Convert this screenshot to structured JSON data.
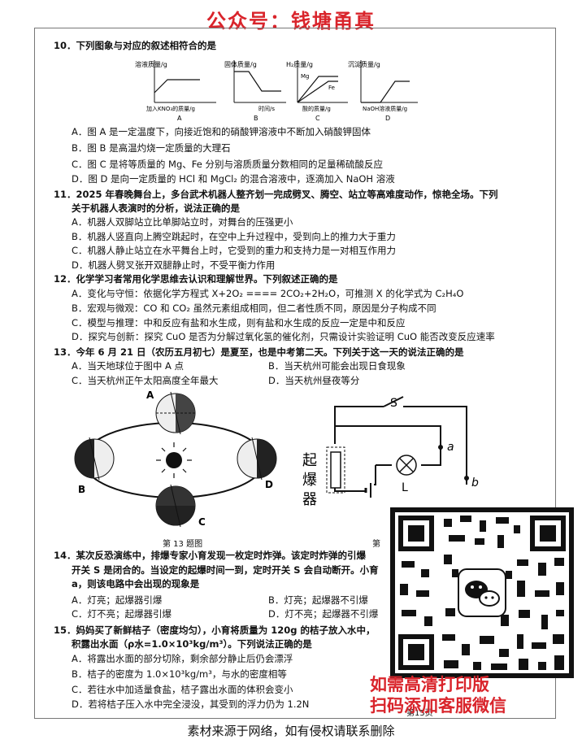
{
  "header": "公众号：钱塘甬真",
  "q10": {
    "stem": "10．下列图象与对应的叙述相符合的是",
    "graphs": [
      {
        "label": "A",
        "ylabel": "溶液质量/g",
        "xlabel": "加入KNO₃的质量/g"
      },
      {
        "label": "B",
        "ylabel": "固体质量/g",
        "xlabel": "时间/s"
      },
      {
        "label": "C",
        "ylabel": "H₂质量/g",
        "xlabel": "酸的质量/g",
        "series": [
          "Mg",
          "Fe"
        ]
      },
      {
        "label": "D",
        "ylabel": "沉淀质量/g",
        "xlabel": "NaOH溶液质量/g"
      }
    ],
    "options": [
      "A．图 A 是一定温度下，向接近饱和的硝酸钾溶液中不断加入硝酸钾固体",
      "B．图 B 是高温灼烧一定质量的大理石",
      "C．图 C 是将等质量的 Mg、Fe 分别与溶质质量分数相同的足量稀硫酸反应",
      "D．图 D 是向一定质量的 HCl 和 MgCl₂ 的混合溶液中，逐滴加入 NaOH 溶液"
    ]
  },
  "q11": {
    "stem1": "11．2025 年春晚舞台上，多台武术机器人整齐划一完成劈叉、腾空、站立等高难度动作，惊艳全场。下列",
    "stem2": "关于机器人表演时的分析，说法正确的是",
    "options": [
      "A．机器人双脚站立比单脚站立时，对舞台的压强更小",
      "B．机器人竖直向上腾空跳起时，在空中上升过程中，受到向上的推力大于重力",
      "C．机器人静止站立在水平舞台上时，它受到的重力和支持力是一对相互作用力",
      "D．机器人劈叉张开双腿静止时，不受平衡力作用"
    ]
  },
  "q12": {
    "stem": "12．化学学习者常用化学思维去认识和理解世界。下列叙述正确的是",
    "options": [
      "A．变化与守恒：依据化学方程式 X+2O₂ ==== 2CO₂+2H₂O，可推测 X 的化学式为 C₂H₄O",
      "B．宏观与微观：CO 和 CO₂ 虽然元素组成相同，但二者性质不同，原因是分子构成不同",
      "C．模型与推理：中和反应有盐和水生成，则有盐和水生成的反应一定是中和反应",
      "D．探究与创新：探究 CuO 是否为分解过氧化氢的催化剂，只需设计实验证明 CuO 能否改变反应速率"
    ]
  },
  "q13": {
    "stem": "13．今年 6 月 21 日（农历五月初七）是夏至，也是中考第二天。下列关于这一天的说法正确的是",
    "options": [
      "A．当天地球位于图中 A 点",
      "B．当天杭州可能会出现日食现象",
      "C．当天杭州正午太阳高度全年最大",
      "D．当天杭州昼夜等分"
    ],
    "caption": "第 13 题图",
    "points": [
      "A",
      "B",
      "C",
      "D"
    ]
  },
  "circuit": {
    "device": "起爆器",
    "switch": "S",
    "lamp": "L",
    "a": "a",
    "b": "b",
    "caption": "第"
  },
  "q14": {
    "stem1": "14．某次反恐演练中，排爆专家小育发现一枚定时炸弹。该定时炸弹的引爆",
    "stem2": "开关 S 是闭合的。当设定的起爆时间一到，定时开关 S 会自动断开。小育",
    "stem3": "a，则该电路中会出现的现象是",
    "options": [
      "A．灯亮；起爆器引爆",
      "B．灯亮；起爆器不引爆",
      "C．灯不亮；起爆器引爆",
      "D．灯不亮；起爆器不引爆"
    ]
  },
  "q15": {
    "stem1": "15．妈妈买了新鲜桔子（密度均匀），小育将质量为 120g 的桔子放入水中，",
    "stem2": "积露出水面（ρ水=1.0×10³kg/m³）。下列说法正确的是",
    "options": [
      "A．将露出水面的部分切除，剩余部分静止后仍会漂浮",
      "B．桔子的密度为 1.0×10³kg/m³，与水的密度相等",
      "C．若往水中加适量食盐，桔子露出水面的体积会变小",
      "D．若将桔子压入水中完全浸没，其受到的浮力仍为 1.2N"
    ]
  },
  "page_num": "第15页",
  "promo": [
    "如需高清打印版",
    "扫码添加客服微信"
  ],
  "footer": "素材来源于网络，如有侵权请联系删除",
  "colors": {
    "accent": "#d9242b"
  }
}
